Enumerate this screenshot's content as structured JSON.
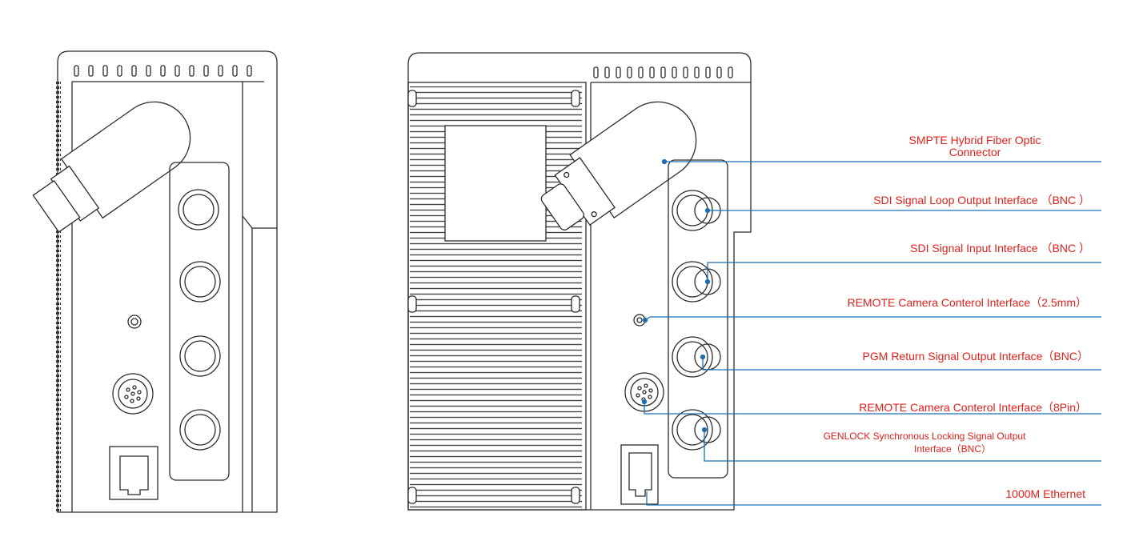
{
  "colors": {
    "drawing": "#2b2b2b",
    "leader": "#1f6fb2",
    "label": "#e0201b",
    "background": "#ffffff"
  },
  "labels": {
    "smpte_line1": "SMPTE Hybrid Fiber Optic",
    "smpte_line2": "Connector",
    "sdi_loop": "SDI Signal Loop Output Interface （BNC ）",
    "sdi_input": "SDI Signal Input Interface （BNC ）",
    "remote_25": "REMOTE Camera Conterol Interface（2.5mm）",
    "pgm_return": "PGM Return Signal Output Interface（BNC）",
    "remote_8pin": "REMOTE Camera Conterol Interface（8Pin）",
    "genlock_line1": "GENLOCK Synchronous Locking Signal Output",
    "genlock_line2": "Interface（BNC）",
    "ethernet": "1000M  Ethernet"
  },
  "icons": {
    "bnc": "bnc-connector-icon",
    "rj45": "rj45-port-icon",
    "lemo": "8pin-circular-connector-icon",
    "jack": "2.5mm-jack-icon",
    "fiber": "smpte-fiber-connector-icon"
  }
}
